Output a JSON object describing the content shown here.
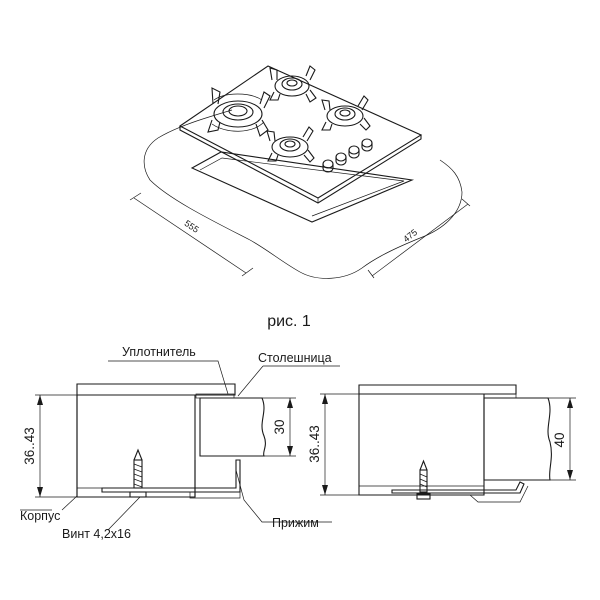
{
  "figure_caption": "рис. 1",
  "dimensions": {
    "top_length": "555",
    "top_width": "475",
    "left_height": "36..43",
    "countertop_thickness_left": "30",
    "right_height": "36..43",
    "countertop_thickness_right": "40"
  },
  "labels": {
    "seal": "Уплотнитель",
    "countertop": "Столешница",
    "body": "Корпус",
    "screw": "Винт 4,2х16",
    "clamp": "Прижим"
  }
}
